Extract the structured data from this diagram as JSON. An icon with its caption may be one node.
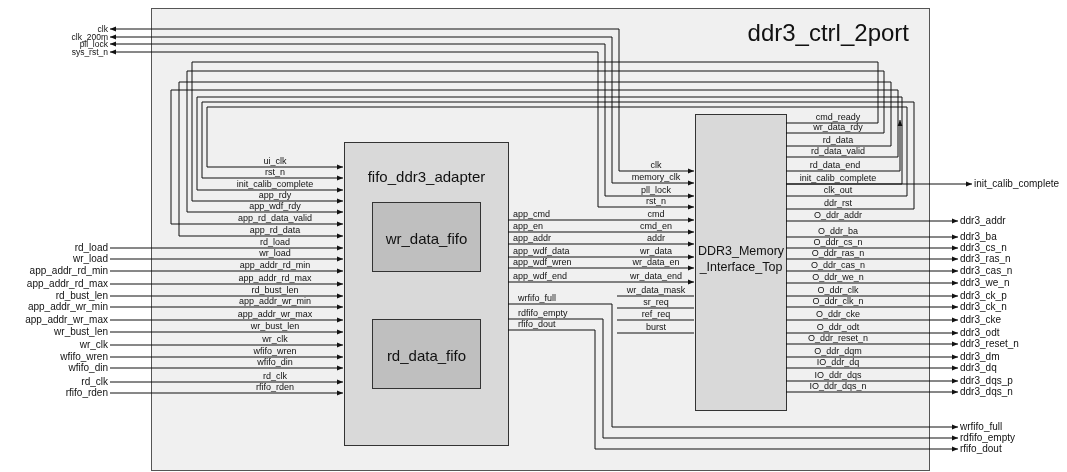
{
  "diagram": {
    "nodes": [
      {
        "text": [
          "ddr3_ctrl_2port"
        ]
      },
      {
        "text": [
          "clk"
        ]
      },
      {
        "text": [
          "clk_200m"
        ]
      },
      {
        "text": [
          "pll_lock"
        ]
      },
      {
        "text": [
          "sys_rst_n"
        ]
      },
      {
        "text": [
          "fifo_ddr3_adapter"
        ],
        "in": 0
      },
      {
        "text": [
          "wr_data_fifo"
        ],
        "in": 5
      },
      {
        "text": [
          "rd_data_fifo"
        ],
        "in": 5
      },
      {
        "text": [
          "DDR3_Memory _Interface_Top"
        ],
        "in": 0
      },
      {
        "text": [
          "init_calib_complete"
        ]
      },
      {
        "text": [
          "rd_load"
        ]
      },
      {
        "text": [
          "wr_load"
        ]
      },
      {
        "text": [
          "app_addr_rd_min"
        ]
      },
      {
        "text": [
          "app_addr_rd_max"
        ]
      },
      {
        "text": [
          "rd_bust_len"
        ]
      },
      {
        "text": [
          "app_addr_wr_min"
        ]
      },
      {
        "text": [
          "app_addr_wr_max"
        ]
      },
      {
        "text": [
          "wr_bust_len"
        ]
      },
      {
        "text": [
          "wr_clk"
        ]
      },
      {
        "text": [
          "wfifo_wren"
        ]
      },
      {
        "text": [
          "wfifo_din"
        ]
      },
      {
        "text": [
          "rd_clk"
        ]
      },
      {
        "text": [
          "rfifo_rden"
        ]
      },
      {
        "text": [
          "ddr3_addr"
        ]
      },
      {
        "text": [
          "ddr3_ba"
        ]
      },
      {
        "text": [
          "ddr3_cs_n"
        ]
      },
      {
        "text": [
          "ddr3_ras_n"
        ]
      },
      {
        "text": [
          "ddr3_cas_n"
        ]
      },
      {
        "text": [
          "ddr3_we_n"
        ]
      },
      {
        "text": [
          "ddr3_ck_p"
        ]
      },
      {
        "text": [
          "ddr3_ck_n"
        ]
      },
      {
        "text": [
          "ddr3_cke"
        ]
      },
      {
        "text": [
          "ddr3_odt"
        ]
      },
      {
        "text": [
          "ddr3_reset_n"
        ]
      },
      {
        "text": [
          "ddr3_dm"
        ]
      },
      {
        "text": [
          "ddr3_dq"
        ]
      },
      {
        "text": [
          "ddr3_dqs_p"
        ]
      },
      {
        "text": [
          "ddr3_dqs_n"
        ]
      },
      {
        "text": [
          "wrfifo_full"
        ]
      },
      {
        "text": [
          "rdfifo_empty"
        ]
      },
      {
        "text": [
          "rfifo_dout"
        ]
      }
    ],
    "edges": [
      {
        "from": 1,
        "to": 8,
        "arrow": "both",
        "label": "clk"
      },
      {
        "from": 2,
        "to": 8,
        "arrow": "both",
        "label": "memory_clk"
      },
      {
        "from": 3,
        "to": 8,
        "arrow": "both",
        "label": "pll_lock"
      },
      {
        "from": 4,
        "to": 8,
        "arrow": "both",
        "label": "rst_n"
      },
      {
        "from": 8,
        "to": 5,
        "arrow": "to",
        "label": "ui_clk"
      },
      {
        "from": 8,
        "to": 5,
        "arrow": "to",
        "label": "rst_n"
      },
      {
        "from": 8,
        "to": 5,
        "arrow": "to",
        "label": "init_calib_complete"
      },
      {
        "from": 8,
        "to": 5,
        "arrow": "to",
        "label": "app_rdy"
      },
      {
        "from": 8,
        "to": 5,
        "arrow": "to",
        "label": "app_wdf_rdy"
      },
      {
        "from": 8,
        "to": 5,
        "arrow": "to",
        "label": "app_rd_data_valid"
      },
      {
        "from": 8,
        "to": 5,
        "arrow": "to",
        "label": "app_rd_data"
      },
      {
        "from": 10,
        "to": 5,
        "arrow": "to",
        "label": "rd_load"
      },
      {
        "from": 11,
        "to": 5,
        "arrow": "to",
        "label": "wr_load"
      },
      {
        "from": 12,
        "to": 5,
        "arrow": "to",
        "label": "app_addr_rd_min"
      },
      {
        "from": 13,
        "to": 5,
        "arrow": "to",
        "label": "app_addr_rd_max"
      },
      {
        "from": 14,
        "to": 5,
        "arrow": "to",
        "label": "rd_bust_len"
      },
      {
        "from": 15,
        "to": 5,
        "arrow": "to",
        "label": "app_addr_wr_min"
      },
      {
        "from": 16,
        "to": 5,
        "arrow": "to",
        "label": "app_addr_wr_max"
      },
      {
        "from": 17,
        "to": 5,
        "arrow": "to",
        "label": "wr_bust_len"
      },
      {
        "from": 18,
        "to": 5,
        "arrow": "to",
        "label": "wr_clk"
      },
      {
        "from": 19,
        "to": 5,
        "arrow": "to",
        "label": "wfifo_wren"
      },
      {
        "from": 20,
        "to": 5,
        "arrow": "to",
        "label": "wfifo_din"
      },
      {
        "from": 21,
        "to": 5,
        "arrow": "to",
        "label": "rd_clk"
      },
      {
        "from": 22,
        "to": 5,
        "arrow": "to",
        "label": "rfifo_rden"
      },
      {
        "from": 5,
        "to": 8,
        "arrow": "to",
        "label": "app_cmd"
      },
      {
        "from": 5,
        "to": 8,
        "arrow": "to",
        "label": "app_en"
      },
      {
        "from": 5,
        "to": 8,
        "arrow": "to",
        "label": "app_addr"
      },
      {
        "from": 5,
        "to": 8,
        "arrow": "to",
        "label": "app_wdf_data"
      },
      {
        "from": 5,
        "to": 8,
        "arrow": "to",
        "label": "app_wdf_wren"
      },
      {
        "from": 5,
        "to": 8,
        "arrow": "to",
        "label": "app_wdf_end"
      },
      {
        "from": null,
        "to": 8,
        "arrow": "none",
        "label": "wr_data_mask"
      },
      {
        "from": null,
        "to": 8,
        "arrow": "none",
        "label": "sr_req"
      },
      {
        "from": null,
        "to": 8,
        "arrow": "none",
        "label": "ref_req"
      },
      {
        "from": null,
        "to": 8,
        "arrow": "none",
        "label": "burst"
      },
      {
        "from": 8,
        "to": 9,
        "arrow": "to",
        "label": "init_calib_complete"
      },
      {
        "from": 8,
        "to": 23,
        "arrow": "to",
        "label": "O_ddr_addr"
      },
      {
        "from": 8,
        "to": 24,
        "arrow": "to",
        "label": "O_ddr_ba"
      },
      {
        "from": 8,
        "to": 25,
        "arrow": "to",
        "label": "O_ddr_cs_n"
      },
      {
        "from": 8,
        "to": 26,
        "arrow": "to",
        "label": "O_ddr_ras_n"
      },
      {
        "from": 8,
        "to": 27,
        "arrow": "to",
        "label": "O_ddr_cas_n"
      },
      {
        "from": 8,
        "to": 28,
        "arrow": "to",
        "label": "O_ddr_we_n"
      },
      {
        "from": 8,
        "to": 29,
        "arrow": "to",
        "label": "O_ddr_clk"
      },
      {
        "from": 8,
        "to": 30,
        "arrow": "to",
        "label": "O_ddr_clk_n"
      },
      {
        "from": 8,
        "to": 31,
        "arrow": "to",
        "label": "O_ddr_cke"
      },
      {
        "from": 8,
        "to": 32,
        "arrow": "to",
        "label": "O_ddr_odt"
      },
      {
        "from": 8,
        "to": 33,
        "arrow": "to",
        "label": "O_ddr_reset_n"
      },
      {
        "from": 8,
        "to": 34,
        "arrow": "to",
        "label": "O_ddr_dqm"
      },
      {
        "from": 8,
        "to": 35,
        "arrow": "to",
        "label": "IO_ddr_dq"
      },
      {
        "from": 8,
        "to": 36,
        "arrow": "to",
        "label": "IO_ddr_dqs"
      },
      {
        "from": 8,
        "to": 37,
        "arrow": "to",
        "label": "IO_ddr_dqs_n"
      },
      {
        "from": 5,
        "to": 38,
        "arrow": "to",
        "label": "wrfifo_full"
      },
      {
        "from": 5,
        "to": 39,
        "arrow": "to",
        "label": "rdfifo_empty"
      },
      {
        "from": 5,
        "to": 40,
        "arrow": "to",
        "label": "rfifo_dout"
      },
      {
        "from": 8,
        "to": null,
        "arrow": "to",
        "label": "rd_data_end"
      }
    ],
    "labels": [
      "cmd_ready",
      "wr_data_rdy",
      "rd_data",
      "rd_data_valid",
      "clk_out",
      "ddr_rst",
      "cmd",
      "cmd_en",
      "addr",
      "wr_data",
      "wr_data_en",
      "wr_data_end"
    ]
  }
}
